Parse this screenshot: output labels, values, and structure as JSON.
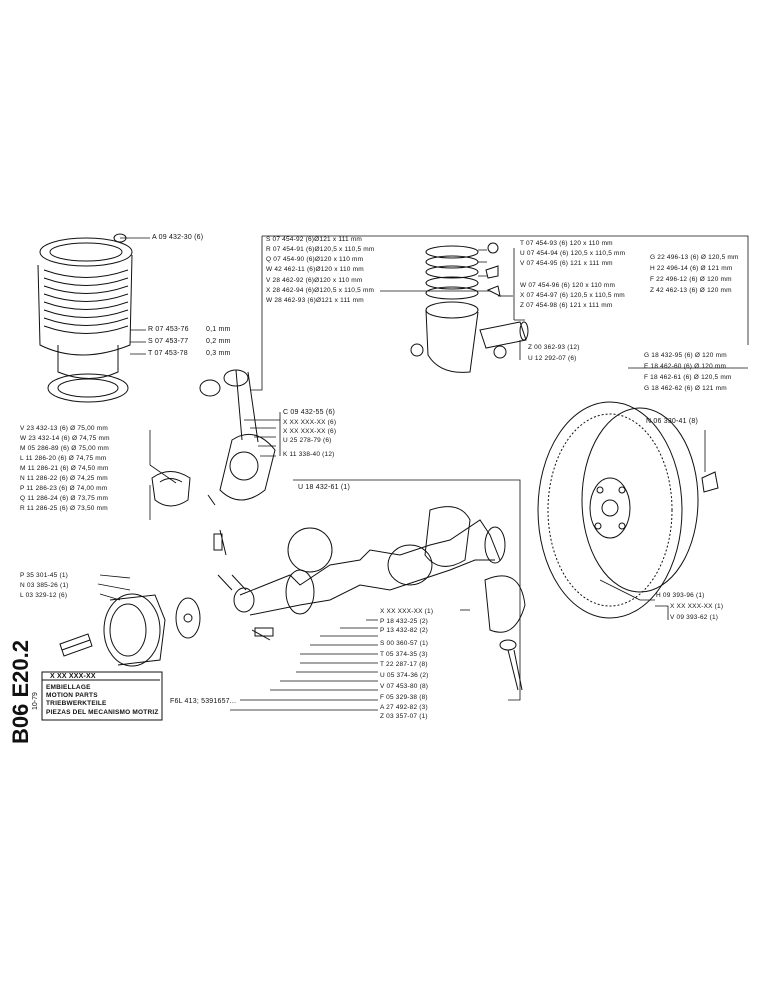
{
  "sheet": {
    "code": "B06 E20.2",
    "date": "10-79",
    "header_part": "X XX XXX-XX",
    "titles": [
      "EMBIELLAGE",
      "MOTION PARTS",
      "TRIEBWERKTEILE",
      "PIEZAS DEL MECANISMO MOTRIZ"
    ],
    "model_note": "F6L 413; 5391657..."
  },
  "cylinder": {
    "ref": "A 09 432-30 (6)",
    "shims": [
      {
        "part": "R 07 453-76",
        "size": "0,1 mm"
      },
      {
        "part": "S 07 453-77",
        "size": "0,2 mm"
      },
      {
        "part": "T 07 453-78",
        "size": "0,3 mm"
      }
    ]
  },
  "piston_left": [
    "S 07 454-92 (6)Ø121 x 111 mm",
    "R 07 454-91 (6)Ø120,5 x 110,5 mm",
    "Q 07 454-90 (6)Ø120 x 110 mm",
    "W 42 462-11 (6)Ø120 x 110 mm",
    "V 28 462-92 (6)Ø120 x 110 mm",
    "X 28 462-94 (6)Ø120,5 x 110,5 mm",
    "W 28 462-93 (6)Ø121 x 111 mm"
  ],
  "piston_right": [
    "T 07 454-93 (6)  120 x 110 mm",
    "U 07 454-94 (6)  120,5 x 110,5 mm",
    "V 07 454-95 (6)  121 x 111 mm",
    "W 07 454-96 (6)  120 x 110 mm",
    "X 07 454-97 (6)  120,5 x 110,5 mm",
    "Z 07 454-98 (6)  121 x 111 mm"
  ],
  "piston_far_right": [
    "G 22 496-13 (6) Ø 120,5 mm",
    "H 22 496-14 (6) Ø 121 mm",
    "F 22 496-12 (6) Ø 120 mm",
    "Z 42 462-13 (6) Ø 120 mm"
  ],
  "piston_pin": [
    "Z 00 362-93 (12)",
    "U 12 292-07 (6)"
  ],
  "bearing_right": [
    "G 18 432-95 (6) Ø 120 mm",
    "E 18 462-60 (6) Ø 120 mm",
    "F 18 462-61 (6) Ø 120,5 mm",
    "G 18 462-62 (6) Ø 121 mm"
  ],
  "conrod": [
    "C 09 432-55 (6)",
    "X XX XXX-XX (6)",
    "X XX XXX-XX (6)",
    "U 25 278-79 (6)",
    "K 11 338-40 (12)"
  ],
  "bearings_left": [
    "V 23 432-13 (6) Ø 75,00 mm",
    "W 23 432-14 (6) Ø 74,75 mm",
    "M 05 286-89 (6) Ø 75,00 mm",
    "L 11 286-20 (6) Ø 74,75 mm",
    "M 11 286-21 (6) Ø 74,50 mm",
    "N 11 286-22 (6) Ø 74,25 mm",
    "P 11 286-23 (6) Ø 74,00 mm",
    "Q 11 286-24 (6) Ø 73,75 mm",
    "R 11 286-25 (6) Ø 73,50 mm"
  ],
  "crank_ref": "U 18 432-61 (1)",
  "flywheel": {
    "ref": "N 06 330-41 (8)",
    "parts": [
      "H 09 393-96 (1)",
      "X XX XXX-XX (1)",
      "V 09 393-62 (1)"
    ]
  },
  "pulley": [
    "P 35 301-45 (1)",
    "N 03 385-26 (1)",
    "L 03 329-12 (6)"
  ],
  "crank_parts": [
    "X XX XXX-XX (1)",
    "P 18 432-25 (2)",
    "P 13 432-82 (2)",
    "S 00 360-57 (1)",
    "T 05 374-35 (3)",
    "T 22 287-17 (8)",
    "U 05 374-36 (2)",
    "V 07 453-80 (8)",
    "F 05 329-38 (8)",
    "A 27 492-82 (3)",
    "Z 03 357-07 (1)"
  ]
}
